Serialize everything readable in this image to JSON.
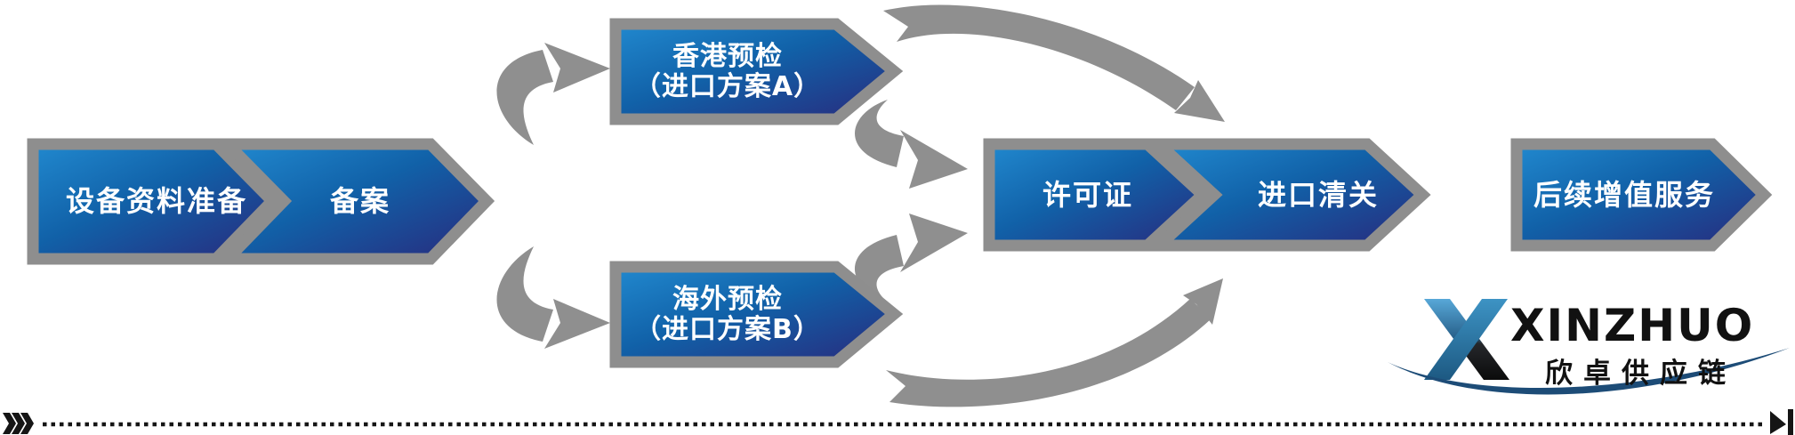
{
  "diagram": {
    "title_hint": "import process flow",
    "steps": {
      "prepare": "设备资料准备",
      "filing": "备案",
      "option_a_line1": "香港预检",
      "option_a_line2": "（进口方案A）",
      "option_b_line1": "海外预检",
      "option_b_line2": "（进口方案B）",
      "license": "许可证",
      "customs": "进口清关",
      "followup": "后续增值服务"
    }
  },
  "logo": {
    "brand": "XINZHUO",
    "tagline": "欣卓供应链"
  },
  "icons": {
    "arrow_filing_to_a": "curved-arrow-up-right",
    "arrow_filing_to_b": "curved-arrow-down-right",
    "arrow_a_to_license": "curved-arrow-down-right",
    "arrow_b_to_license": "curved-arrow-up-right",
    "arrow_a_to_customs": "long-arc-arrow-over-top",
    "arrow_b_to_customs": "long-arc-arrow-under-bottom",
    "timeline_start": "triple-chevron-right",
    "timeline_end": "skip-to-end",
    "logo_mark": "x-monogram",
    "logo_swoosh": "swoosh-curve"
  },
  "colors": {
    "box_blue_light": "#2189cf",
    "box_blue_mid": "#1161a8",
    "box_navy": "#29297c",
    "border_gray": "#8e8e8e",
    "arrow_gray": "#8f8f8f",
    "swoosh_blue": "#1d4c77",
    "timeline_black": "#151515",
    "logo_x_light": "#58a8d8",
    "logo_x_black": "#0b0b0b"
  }
}
